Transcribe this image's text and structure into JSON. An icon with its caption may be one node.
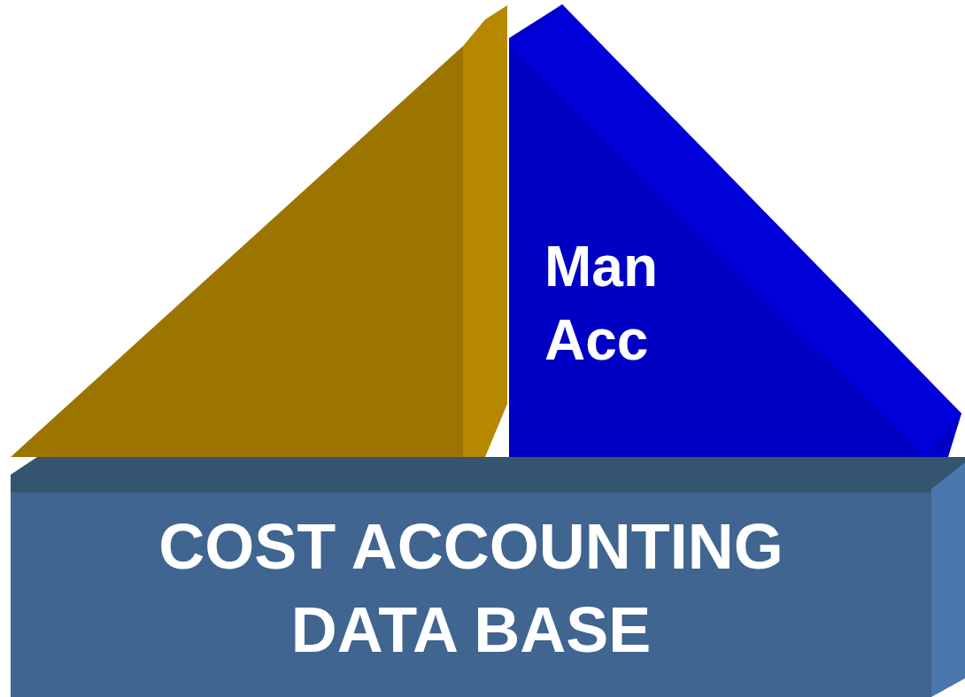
{
  "diagram": {
    "nodes": [
      {
        "text": [],
        "shape": "triangle"
      },
      {
        "text": [
          "Man Acc"
        ]
      },
      {
        "text": [
          "COST ACCOUNTING DATA BASE"
        ]
      }
    ],
    "edges": []
  }
}
